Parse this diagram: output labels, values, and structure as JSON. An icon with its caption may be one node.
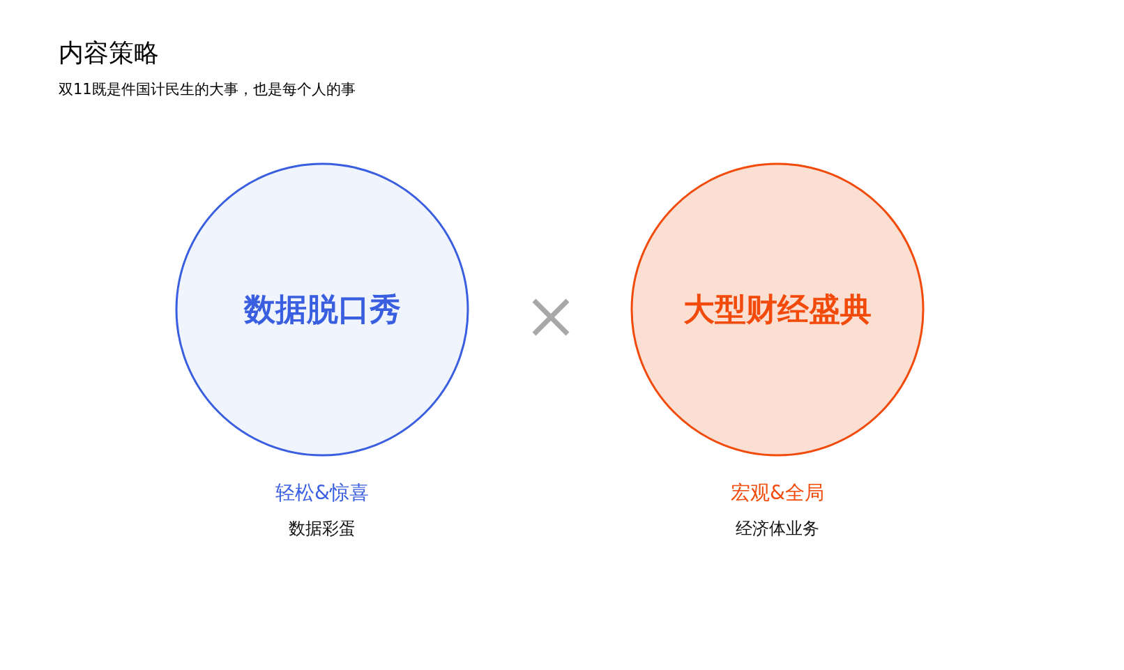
{
  "diagram": {
    "title": "内容策略",
    "caption": "双11既是件国计民生的大事，也是每个人的事",
    "nodes": [
      {
        "text": [
          "数据脱口秀"
        ],
        "beside": [
          "轻松&惊喜",
          "数据彩蛋"
        ]
      },
      {
        "text": [
          "大型财经盛典"
        ],
        "beside": [
          "宏观&全局",
          "经济体业务"
        ]
      }
    ]
  }
}
